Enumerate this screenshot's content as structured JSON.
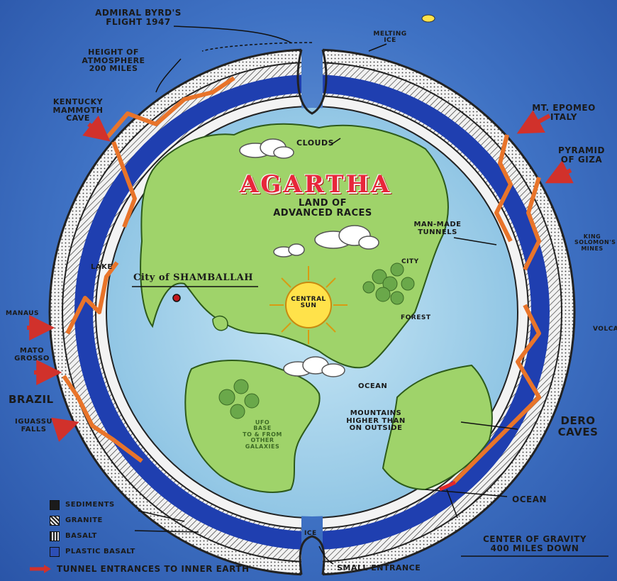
{
  "title": {
    "main": "AGARTHA",
    "subtitle": "LAND OF\nADVANCED RACES"
  },
  "labels": {
    "byrd": "ADMIRAL BYRD'S\nFLIGHT 1947",
    "melting_ice": "MELTING\nICE",
    "atmosphere": "HEIGHT OF\nATMOSPHERE\n200 MILES",
    "kentucky": "KENTUCKY\nMAMMOTH\nCAVE",
    "epomeo": "MT. EPOMEO\nITALY",
    "giza": "PYRAMID\nOF GIZA",
    "clouds": "CLOUDS",
    "man_made_tunnels": "MAN-MADE\nTUNNELS",
    "king_solomons": "KING\nSOLOMON'S\nMINES",
    "city": "CITY",
    "lake": "LAKE",
    "shamballah": "City of SHAMBALLAH",
    "central_sun": "CENTRAL\nSUN",
    "manaus": "MANAUS",
    "forest": "FOREST",
    "volcano": "VOLCAN",
    "mato_grosso": "MATO\nGROSSO",
    "ocean_inner": "OCEAN",
    "brazil": "BRAZIL",
    "mountains": "MOUNTAINS\nHIGHER THAN\nON OUTSIDE",
    "dero_caves": "DERO\nCAVES",
    "iguassu": "IGUASSU\nFALLS",
    "ufo_base": "UFO\nBASE\nTO & FROM\nOTHER\nGALAXIES",
    "ocean_outer": "OCEAN",
    "center_gravity": "CENTER OF GRAVITY\n400 MILES DOWN",
    "ice": "ICE",
    "small_entrance": "SMALL ENTRANCE"
  },
  "legend": {
    "items": [
      {
        "label": "SEDIMENTS",
        "color": "#1b1b1b"
      },
      {
        "label": "GRANITE",
        "color": "#d8d8d8"
      },
      {
        "label": "BASALT",
        "color": "#bfbfbf"
      },
      {
        "label": "PLASTIC BASALT",
        "color": "#2d4fb5"
      }
    ],
    "tunnel_label": "TUNNEL ENTRANCES TO INNER EARTH"
  },
  "colors": {
    "land": "#9fd36a",
    "water": "#a9d3ea",
    "plastic_basalt": "#1f3fb0",
    "tunnel_orange": "#e8742a",
    "arrow_red": "#d1312b",
    "sun": "#ffe24a"
  }
}
